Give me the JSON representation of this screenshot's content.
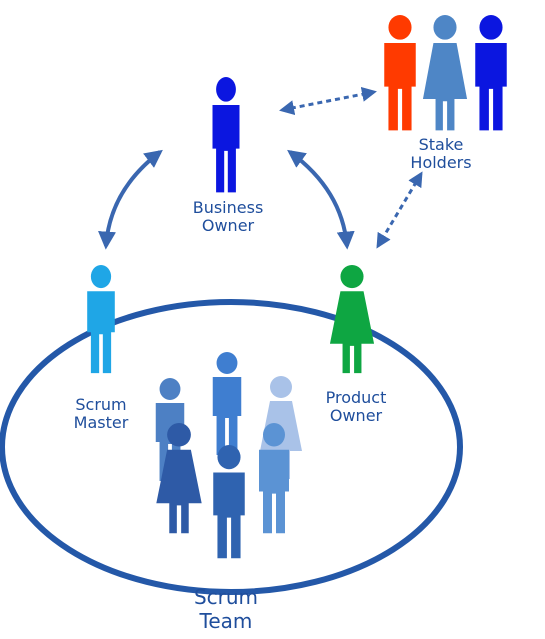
{
  "labels": {
    "business_owner": "Business\nOwner",
    "stake_holders": "Stake Holders",
    "scrum_master": "Scrum\nMaster",
    "product_owner": "Product\nOwner",
    "scrum_team": "Scrum\nTeam"
  },
  "colors": {
    "text": "#1f4e9c",
    "ellipse": "#2458a8",
    "arrow": "#3a67b0",
    "business_owner": "#0b16e0",
    "stake_red": "#ff3a00",
    "stake_steel": "#4e86c6",
    "stake_blue": "#0b16e0",
    "scrum_master": "#1fa6e6",
    "product_owner": "#0ea642",
    "team_mid": "#3f7ed0",
    "team_steel": "#4d80c4",
    "team_pale": "#a9c2e8",
    "team_deep": "#2e5aa6",
    "team_dark": "#2f63b0",
    "team_light": "#5b93d4"
  }
}
